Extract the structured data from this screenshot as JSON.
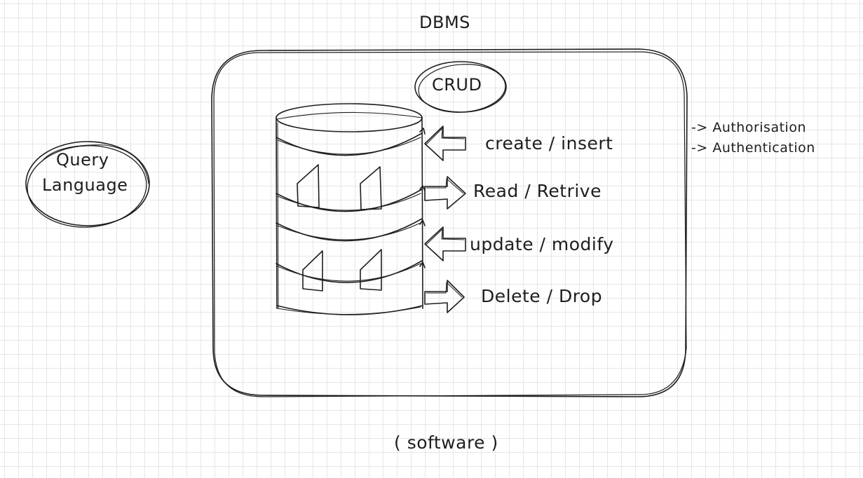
{
  "diagram": {
    "title": "DBMS",
    "crud_label": "CRUD",
    "query_language": {
      "line1": "Query",
      "line2": "Language"
    },
    "operations": [
      {
        "label": "create / insert",
        "direction": "in"
      },
      {
        "label": "Read / Retrive",
        "direction": "out"
      },
      {
        "label": "update / modify",
        "direction": "in"
      },
      {
        "label": "Delete / Drop",
        "direction": "out"
      }
    ],
    "security": [
      "-> Authorisation",
      "-> Authentication"
    ],
    "footer": "( software )",
    "colors": {
      "stroke": "#1e1e1e",
      "grid": "#e6e6e6",
      "background": "#ffffff"
    }
  }
}
